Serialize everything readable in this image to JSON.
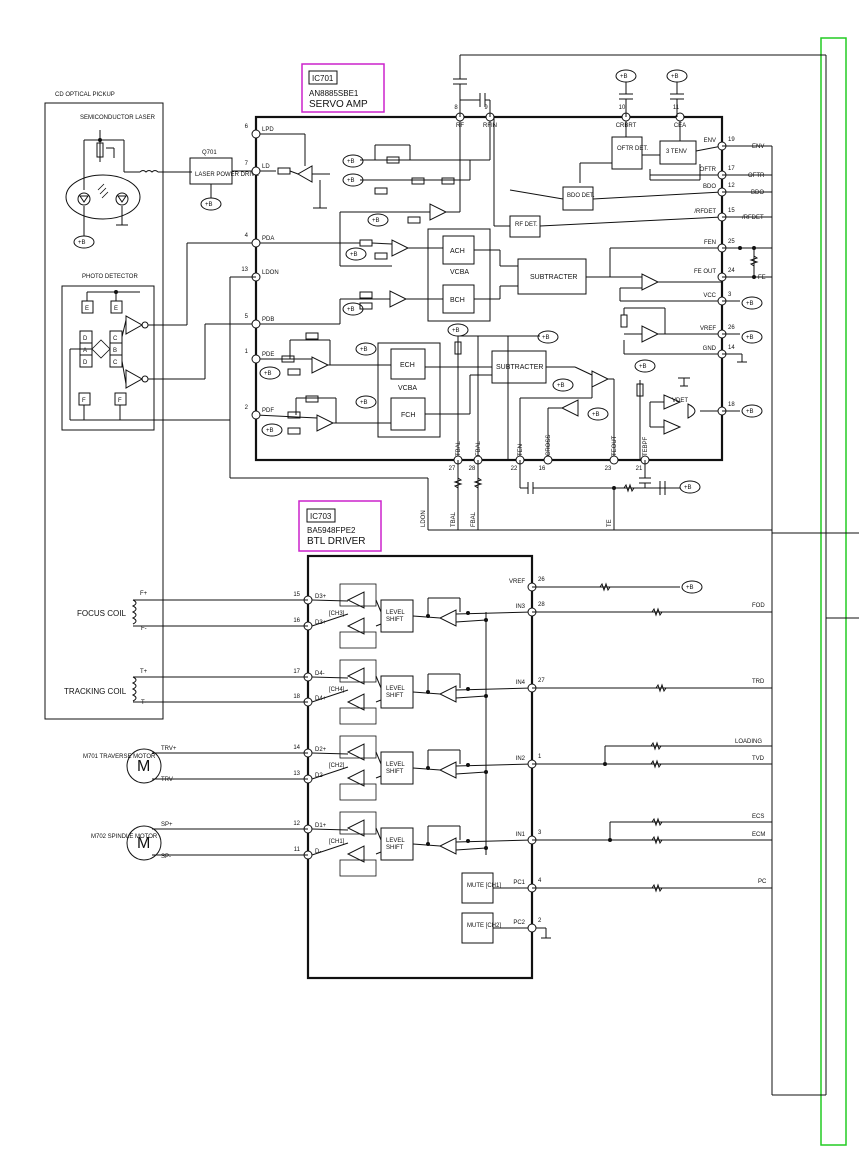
{
  "pickup": {
    "title": "CD OPTICAL PICKUP",
    "laser": "SEMICONDUCTOR LASER",
    "photo_detector": "PHOTO DETECTOR",
    "seg_e": "E",
    "seg_d": "D",
    "seg_a": "A",
    "seg_c": "C",
    "seg_b": "B",
    "seg_f": "F"
  },
  "q701": {
    "ref": "Q701",
    "desc": "LASER POWER DRIVE"
  },
  "ic701": {
    "ref": "IC701",
    "part": "AN8885SBE1",
    "name": "SERVO AMP",
    "blocks": {
      "ach": "ACH",
      "bch": "BCH",
      "vcba1": "VCBA",
      "subtracter1": "SUBTRACTER",
      "ech": "ECH",
      "fch": "FCH",
      "vcba2": "VCBA",
      "subtracter2": "SUBTRACTER",
      "oftr_det": "OFTR DET.",
      "tenv": "3 TENV",
      "bdo_det": "BDO DET.",
      "rf_det": "RF DET."
    },
    "vdet": "VDET",
    "left_pins": [
      {
        "num": "6",
        "name": "LPD"
      },
      {
        "num": "7",
        "name": "LD"
      },
      {
        "num": "4",
        "name": "PDA"
      },
      {
        "num": "13",
        "name": "LDON"
      },
      {
        "num": "5",
        "name": "PDB"
      },
      {
        "num": "1",
        "name": "PDE"
      },
      {
        "num": "2",
        "name": "PDF"
      }
    ],
    "top_pins": [
      {
        "num": "8",
        "name": "RF"
      },
      {
        "num": "9",
        "name": "RFIN"
      },
      {
        "num": "10",
        "name": "CRBRT"
      },
      {
        "num": "11",
        "name": "CEA"
      }
    ],
    "right_pins": [
      {
        "num": "19",
        "name": "ENV"
      },
      {
        "num": "17",
        "name": "OFTR"
      },
      {
        "num": "12",
        "name": "BDO"
      },
      {
        "num": "15",
        "name": "/RFDET"
      },
      {
        "num": "25",
        "name": "FEN"
      },
      {
        "num": "24",
        "name": "FE OUT"
      },
      {
        "num": "3",
        "name": "VCC"
      },
      {
        "num": "26",
        "name": "VREF"
      },
      {
        "num": "14",
        "name": "GND"
      },
      {
        "num": "18",
        "name": ""
      }
    ],
    "bottom_pins": [
      {
        "num": "27",
        "name": "TBAL"
      },
      {
        "num": "28",
        "name": "FBAL"
      },
      {
        "num": "22",
        "name": "TEN"
      },
      {
        "num": "16",
        "name": "CROSS"
      },
      {
        "num": "23",
        "name": "TEOUT"
      },
      {
        "num": "21",
        "name": "TEBPF"
      }
    ]
  },
  "ic703": {
    "ref": "IC703",
    "part": "BA5948FPE2",
    "name": "BTL DRIVER",
    "left_pins": [
      {
        "num": "15",
        "name": "D3+"
      },
      {
        "num": "16",
        "name": "D3+"
      },
      {
        "num": "17",
        "name": "D4-"
      },
      {
        "num": "18",
        "name": "D4+"
      },
      {
        "num": "14",
        "name": "D2+"
      },
      {
        "num": "13",
        "name": "D2-"
      },
      {
        "num": "12",
        "name": "D1+"
      },
      {
        "num": "11",
        "name": "D-"
      }
    ],
    "right_pins": [
      {
        "num": "26",
        "name": "VREF"
      },
      {
        "num": "28",
        "name": "IN3"
      },
      {
        "num": "27",
        "name": "IN4"
      },
      {
        "num": "1",
        "name": "IN2"
      },
      {
        "num": "3",
        "name": "IN1"
      },
      {
        "num": "4",
        "name": "PC1"
      },
      {
        "num": "2",
        "name": "PC2"
      }
    ],
    "channels": [
      "[CH3]",
      "[CH4]",
      "[CH2]",
      "[CH1]"
    ],
    "level_shift": "LEVEL SHIFT",
    "mute1": "MUTE [CH1]",
    "mute2": "MUTE [CH2]"
  },
  "actuators": {
    "focus_coil": "FOCUS COIL",
    "f_plus": "F+",
    "f_minus": "F-",
    "tracking_coil": "TRACKING COIL",
    "t_plus": "T+",
    "t_minus": "T-",
    "m701": "M701 TRAVERSE MOTOR",
    "trv_plus": "TRV+",
    "trv_minus": "TRV-",
    "m702": "M702 SPINDLE MOTOR",
    "sp_plus": "SP+",
    "sp_minus": "SP-",
    "motor_symbol": "M"
  },
  "signals": {
    "env": "ENV",
    "oftr": "OFTR",
    "bdo": "BDO",
    "rfdet": "/RFDET",
    "fe": "FE",
    "fod": "FOD",
    "trd": "TRD",
    "loading": "LOADING",
    "tvd": "TVD",
    "ecs": "ECS",
    "ecm": "ECM",
    "pc": "PC",
    "ldon": "LDON",
    "tbal": "TBAL",
    "fbal": "FBAL",
    "te": "TE"
  },
  "supply": "+B"
}
